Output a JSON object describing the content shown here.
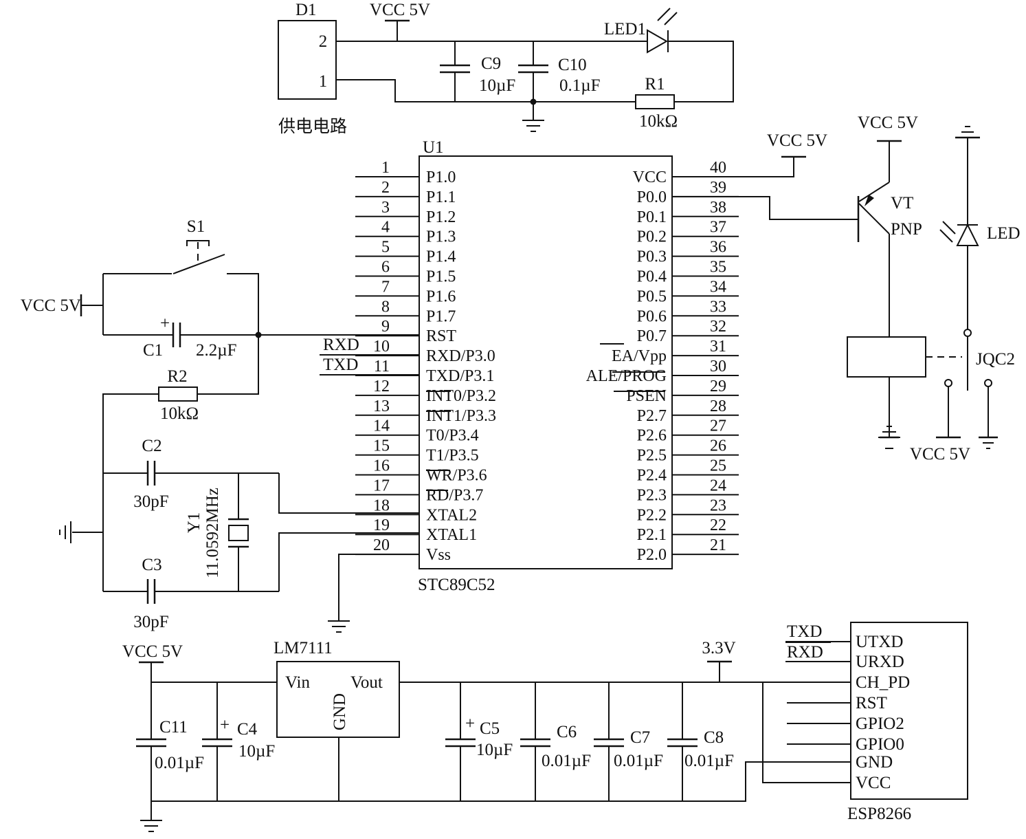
{
  "power_circuit": {
    "connector": "D1",
    "pin2": "2",
    "pin1": "1",
    "vcc": "VCC 5V",
    "led": "LED1",
    "c9_name": "C9",
    "c9_value": "10µF",
    "c10_name": "C10",
    "c10_value": "0.1µF",
    "r1_name": "R1",
    "r1_value": "10kΩ",
    "caption": "供电电路"
  },
  "mcu": {
    "ref": "U1",
    "part": "STC89C52",
    "left_pins": [
      {
        "num": "1",
        "name": "P1.0"
      },
      {
        "num": "2",
        "name": "P1.1"
      },
      {
        "num": "3",
        "name": "P1.2"
      },
      {
        "num": "4",
        "name": "P1.3"
      },
      {
        "num": "5",
        "name": "P1.4"
      },
      {
        "num": "6",
        "name": "P1.5"
      },
      {
        "num": "7",
        "name": "P1.6"
      },
      {
        "num": "8",
        "name": "P1.7"
      },
      {
        "num": "9",
        "name": "RST"
      },
      {
        "num": "10",
        "name": "RXD/P3.0"
      },
      {
        "num": "11",
        "name": "TXD/P3.1"
      },
      {
        "num": "12",
        "name": "INT0/P3.2"
      },
      {
        "num": "13",
        "name": "INT1/P3.3"
      },
      {
        "num": "14",
        "name": "T0/P3.4"
      },
      {
        "num": "15",
        "name": "T1/P3.5"
      },
      {
        "num": "16",
        "name": "WR/P3.6"
      },
      {
        "num": "17",
        "name": "RD/P3.7"
      },
      {
        "num": "18",
        "name": "XTAL2"
      },
      {
        "num": "19",
        "name": "XTAL1"
      },
      {
        "num": "20",
        "name": "Vss"
      }
    ],
    "right_pins": [
      {
        "num": "40",
        "name": "VCC"
      },
      {
        "num": "39",
        "name": "P0.0"
      },
      {
        "num": "38",
        "name": "P0.1"
      },
      {
        "num": "37",
        "name": "P0.2"
      },
      {
        "num": "36",
        "name": "P0.3"
      },
      {
        "num": "35",
        "name": "P0.4"
      },
      {
        "num": "34",
        "name": "P0.5"
      },
      {
        "num": "33",
        "name": "P0.6"
      },
      {
        "num": "32",
        "name": "P0.7"
      },
      {
        "num": "31",
        "name": "EA/Vpp"
      },
      {
        "num": "30",
        "name": "ALE/PROG"
      },
      {
        "num": "29",
        "name": "PSEN"
      },
      {
        "num": "28",
        "name": "P2.7"
      },
      {
        "num": "27",
        "name": "P2.6"
      },
      {
        "num": "26",
        "name": "P2.5"
      },
      {
        "num": "25",
        "name": "P2.4"
      },
      {
        "num": "24",
        "name": "P2.3"
      },
      {
        "num": "23",
        "name": "P2.2"
      },
      {
        "num": "22",
        "name": "P2.1"
      },
      {
        "num": "21",
        "name": "P2.0"
      }
    ],
    "net_rxd": "RXD",
    "net_txd": "TXD",
    "vcc_net": "VCC 5V"
  },
  "reset_clock": {
    "s1": "S1",
    "vcc": "VCC 5V",
    "c1_name": "C1",
    "c1_value": "2.2µF",
    "r2_name": "R2",
    "r2_value": "10kΩ",
    "c2_name": "C2",
    "c2_value": "30pF",
    "c3_name": "C3",
    "c3_value": "30pF",
    "y1_name": "Y1",
    "y1_value": "11.0592MHz",
    "plus": "+"
  },
  "relay_circuit": {
    "vcc_top": "VCC 5V",
    "vt": "VT",
    "pnp": "PNP",
    "led": "LED",
    "relay": "JQC2",
    "vcc_bottom": "VCC 5V"
  },
  "regulator": {
    "vcc": "VCC 5V",
    "part": "LM7111",
    "vin": "Vin",
    "vout": "Vout",
    "gnd": "GND",
    "out_rail": "3.3V",
    "c11_name": "C11",
    "c11_value": "0.01µF",
    "c4_name": "C4",
    "c4_value": "10µF",
    "c5_name": "C5",
    "c5_value": "10µF",
    "c6_name": "C6",
    "c6_value": "0.01µF",
    "c7_name": "C7",
    "c7_value": "0.01µF",
    "c8_name": "C8",
    "c8_value": "0.01µF",
    "plus": "+"
  },
  "wifi": {
    "part": "ESP8266",
    "net_txd": "TXD",
    "net_rxd": "RXD",
    "pins": [
      "UTXD",
      "URXD",
      "CH_PD",
      "RST",
      "GPIO2",
      "GPIO0",
      "GND",
      "VCC"
    ]
  }
}
